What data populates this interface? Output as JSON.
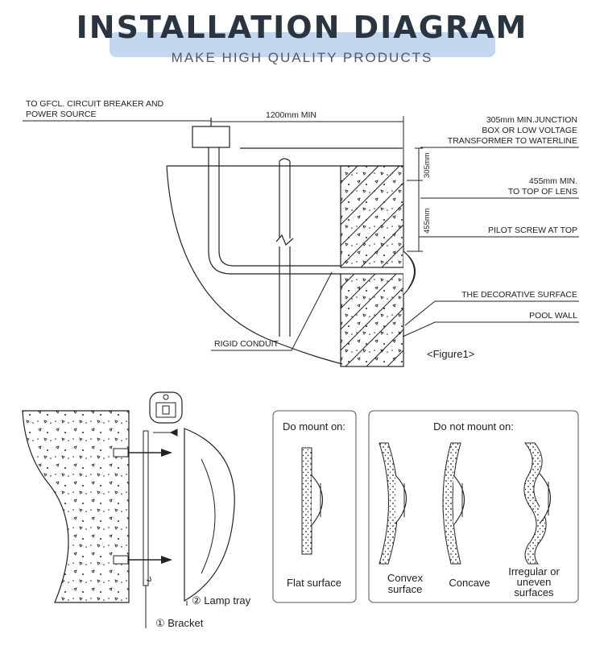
{
  "header": {
    "title": "INSTALLATION DIAGRAM",
    "subtitle": "MAKE HIGH QUALITY PRODUCTS"
  },
  "figure1": {
    "power_label_line1": "TO GFCL. CIRCUIT BREAKER AND",
    "power_label_line2": "POWER SOURCE",
    "distance_label": "1200mm MIN",
    "junction_line1": "305mm MIN.JUNCTION",
    "junction_line2": "BOX OR LOW VOLTAGE",
    "junction_line3": "TRANSFORMER TO WATERLINE",
    "dim_305": "305mm",
    "dim_455": "455mm",
    "lens_line1": "455mm MIN.",
    "lens_line2": "TO TOP OF LENS",
    "pilot_label": "PILOT SCREW AT TOP",
    "decorative_label": "THE DECORATIVE SURFACE",
    "pool_wall_label": "POOL WALL",
    "conduit_label": "RIGID  CONDUIT",
    "caption": "<Figure1>"
  },
  "mounting": {
    "bracket_label": "① Bracket",
    "lamp_tray_label": "② Lamp tray"
  },
  "do_mount": {
    "heading": "Do mount on:",
    "flat_label": "Flat surface"
  },
  "do_not_mount": {
    "heading": "Do not mount on:",
    "convex_line1": "Convex",
    "convex_line2": "surface",
    "concave_label": "Concave",
    "irregular_line1": "Irregular or",
    "irregular_line2": "uneven",
    "irregular_line3": "surfaces"
  }
}
